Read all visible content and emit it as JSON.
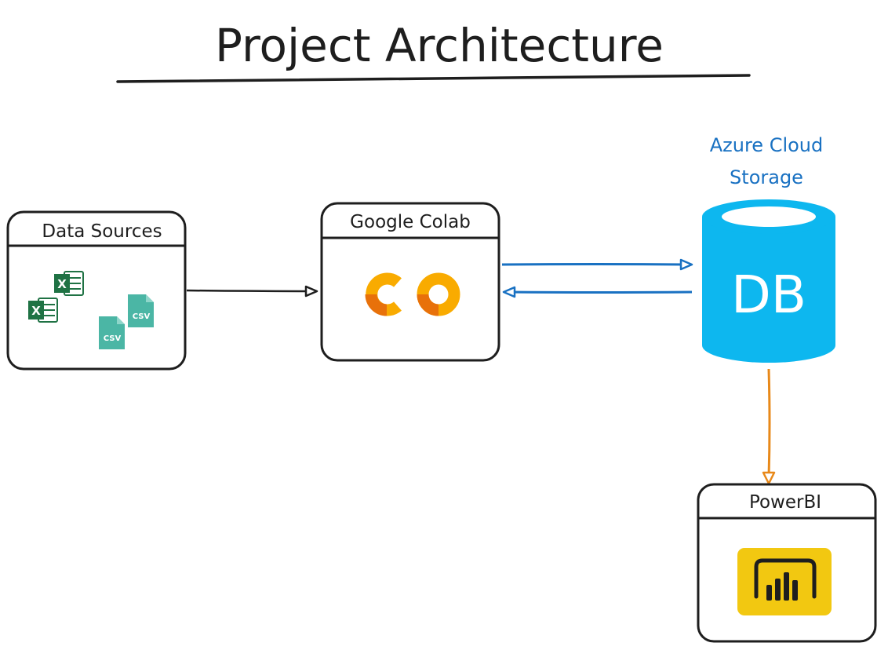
{
  "title": "Project Architecture",
  "nodes": {
    "data_sources": {
      "label": "Data Sources"
    },
    "google_colab": {
      "label": "Google Colab"
    },
    "azure": {
      "label_line1": "Azure Cloud",
      "label_line2": "Storage",
      "db_text": "DB"
    },
    "powerbi": {
      "label": "PowerBI"
    }
  },
  "file_icons": {
    "excel_letter": "X",
    "csv_text": "CSV"
  },
  "icons": [
    "excel-file-icon",
    "csv-file-icon",
    "google-colab-logo",
    "database-icon",
    "powerbi-logo"
  ],
  "colors": {
    "ink": "#1e1e1e",
    "azure_blue": "#1971c2",
    "db_cyan": "#0db7ef",
    "orange_arrow": "#e8891a",
    "colab_orange": "#f9ab00",
    "excel_green": "#1f7244",
    "csv_teal": "#4bb6a5",
    "powerbi_yellow": "#f2c811"
  }
}
